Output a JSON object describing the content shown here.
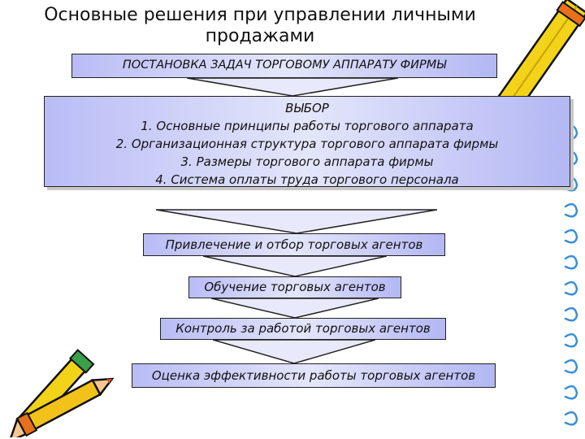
{
  "title": {
    "line1": "Основные решения при управлении личными",
    "line2": "продажами"
  },
  "steps": {
    "task_setting": "ПОСТАНОВКА ЗАДАЧ ТОРГОВОМУ АППАРАТУ ФИРМЫ",
    "choice_heading": "ВЫБОР",
    "choice_items": [
      "1.  Основные принципы работы торгового аппарата",
      "2.  Организационная структура торгового аппарата фирмы",
      "3.  Размеры торгового аппарата фирмы",
      "4.  Система оплаты труда торгового персонала"
    ],
    "recruiting": "Привлечение и отбор торговых агентов",
    "training": "Обучение торговых агентов",
    "control": "Контроль за работой торговых агентов",
    "evaluation": "Оценка эффективности работы торговых агентов"
  },
  "colors": {
    "box_fill_edge": "#b9bcf5",
    "box_fill_center": "#e4e6fb",
    "pencil_yellow": "#f2d31a",
    "pencil_orange": "#e8701a",
    "spiral_blue": "#3a8fd6"
  },
  "decorations": [
    "pencil-icon",
    "pencil-pair-icon",
    "notebook-spiral-icon"
  ]
}
